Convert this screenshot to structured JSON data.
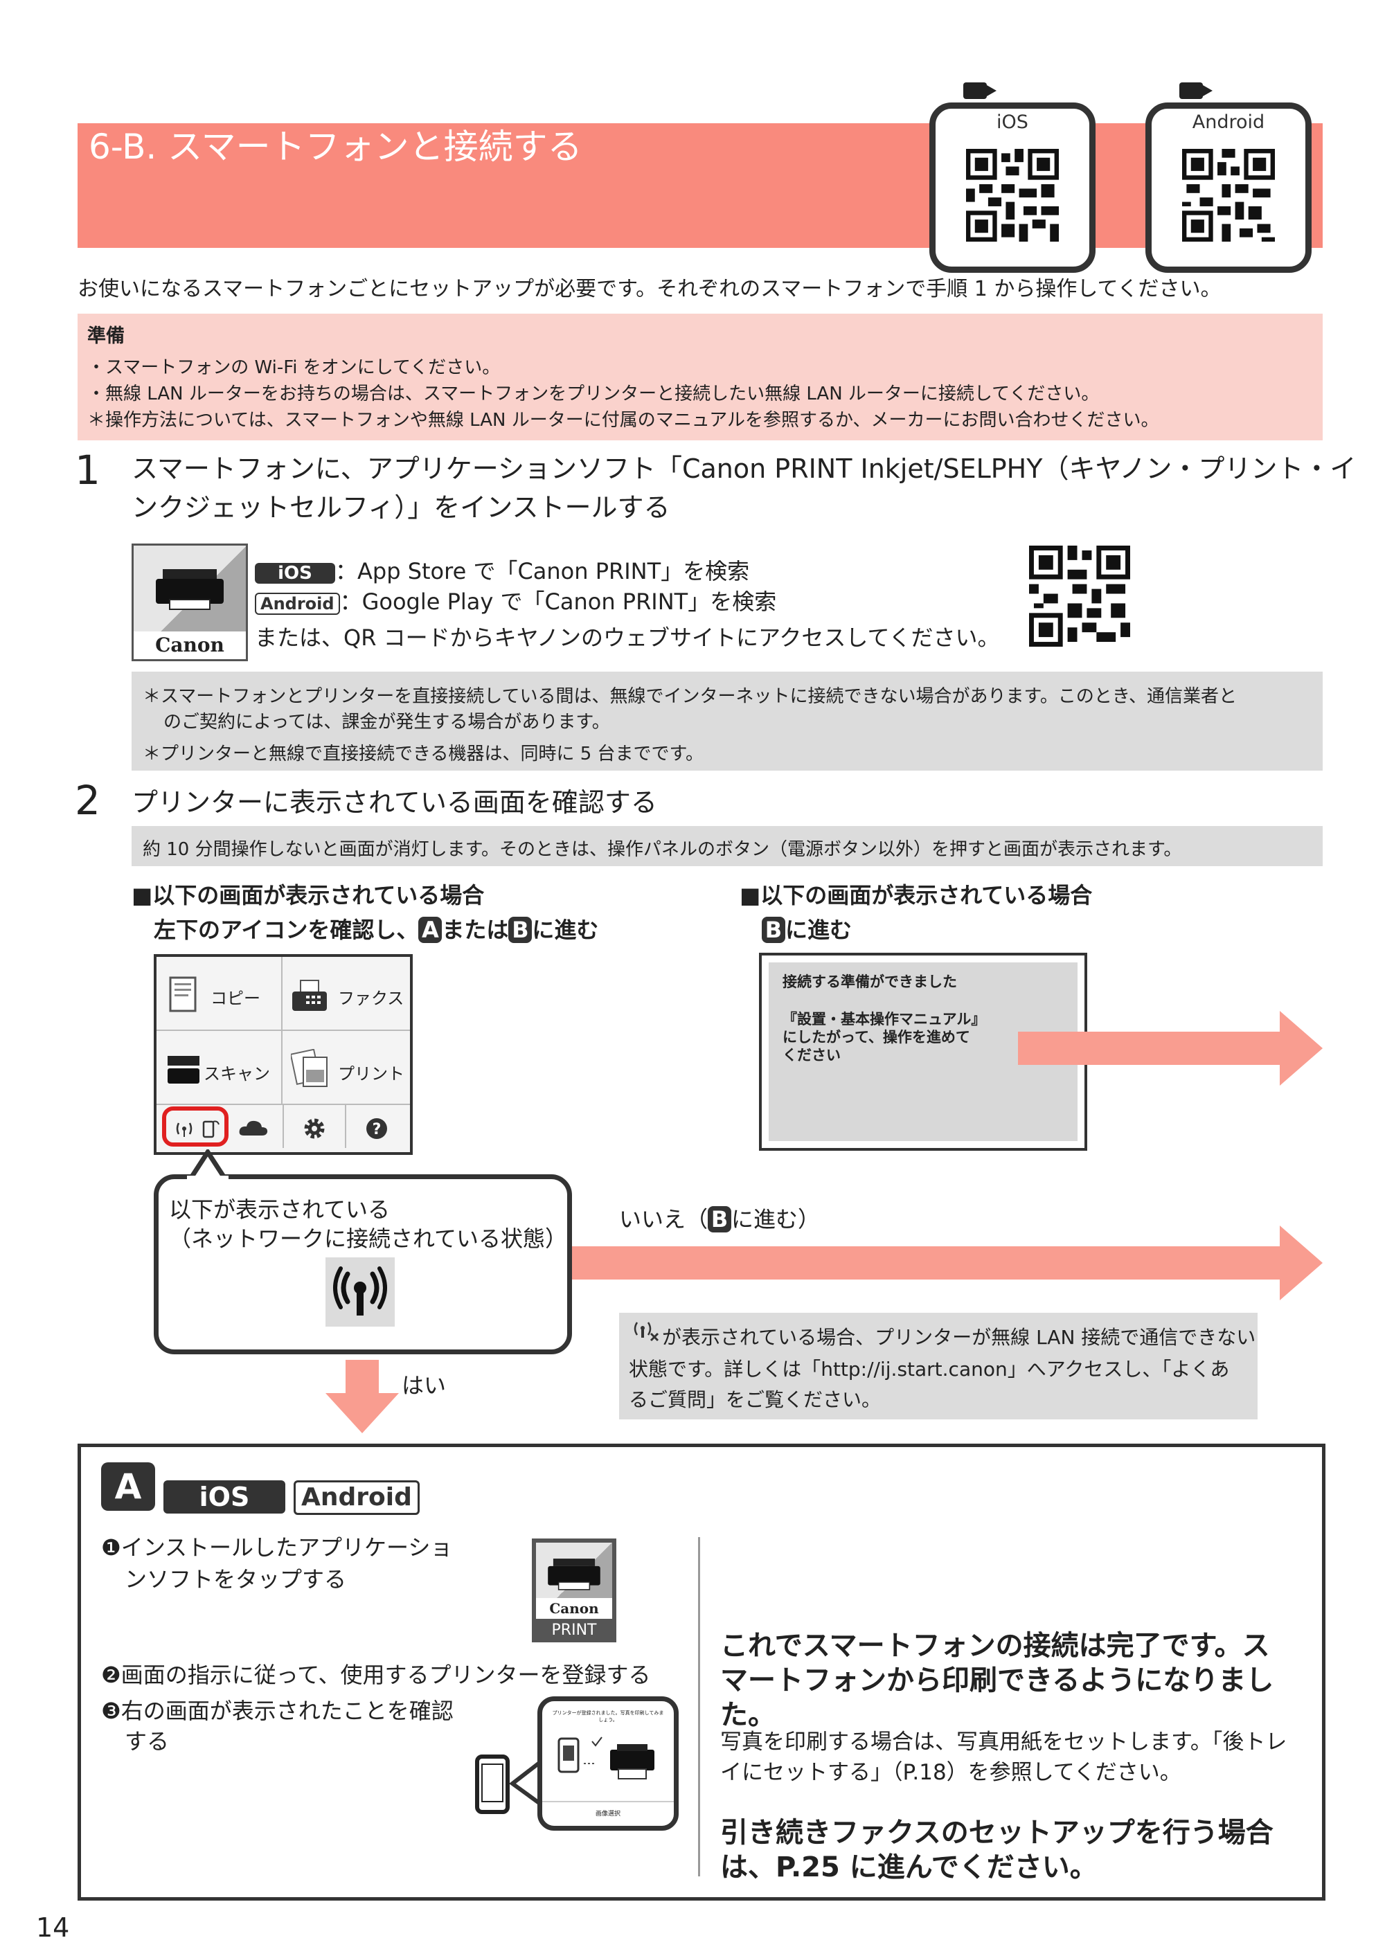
{
  "header": {
    "title": "6-B. スマートフォンと接続する",
    "qr_ios_label": "iOS",
    "qr_android_label": "Android"
  },
  "intro": "お使いになるスマートフォンごとにセットアップが必要です。それぞれのスマートフォンで手順 1 から操作してください。",
  "prep": {
    "title": "準備",
    "lines": [
      "・スマートフォンの Wi-Fi をオンにしてください。",
      "・無線 LAN ルーターをお持ちの場合は、スマートフォンをプリンターと接続したい無線 LAN ルーターに接続してください。",
      "＊操作方法については、スマートフォンや無線 LAN ルーターに付属のマニュアルを参照するか、メーカーにお問い合わせください。"
    ]
  },
  "step1": {
    "number": "1",
    "text_line1": "スマートフォンに、アプリケーションソフト「Canon PRINT Inkjet/SELPHY（キヤノン・プリント・イ",
    "text_line2": "ンクジェットセルフィ）」をインストールする",
    "app_logo": "Canon",
    "ios_badge": "iOS",
    "ios_text": "：App Store で「Canon PRINT」を検索",
    "android_badge": "Android",
    "android_text": "：Google Play で「Canon PRINT」を検索",
    "qr_text": "または、QR コードからキヤノンのウェブサイトにアクセスしてください。",
    "note1_line1": "＊スマートフォンとプリンターを直接接続している間は、無線でインターネットに接続できない場合があります。このとき、通信業者と",
    "note1_line2": "のご契約によっては、課金が発生する場合があります。",
    "note2": "＊プリンターと無線で直接接続できる機器は、同時に 5 台までです。"
  },
  "step2": {
    "number": "2",
    "text": "プリンターに表示されている画面を確認する",
    "note": "約 10 分間操作しないと画面が消灯します。そのときは、操作パネルのボタン（電源ボタン以外）を押すと画面が表示されます。",
    "left_head1": "■以下の画面が表示されている場合",
    "left_head2_pre": "左下のアイコンを確認し、",
    "left_head2_mid": "または",
    "left_head2_post": "に進む",
    "right_head1": "■以下の画面が表示されている場合",
    "right_head2_post": "に進む",
    "letter_a": "A",
    "letter_b": "B",
    "menu": {
      "copy": "コピー",
      "fax": "ファクス",
      "scan": "スキャン",
      "print": "プリント"
    },
    "screen2_title": "接続する準備ができました",
    "screen2_line1": "『設置・基本操作マニュアル』",
    "screen2_line2": "にしたがって、操作を進めて",
    "screen2_line3": "ください",
    "bubble_line1": "以下が表示されている",
    "bubble_line2": "（ネットワークに接続されている状態）",
    "no_pre": "いいえ（",
    "no_post": "に進む）",
    "yes": "はい",
    "warn_line1": "が表示されている場合、プリンターが無線 LAN 接続で通信できない",
    "warn_line2": "状態です。詳しくは「http://ij.start.canon」へアクセスし、「よくあ",
    "warn_line3": "るご質問」をご覧ください。"
  },
  "section_a": {
    "letter": "A",
    "ios_badge": "iOS",
    "android_badge": "Android",
    "item1_line1": "❶インストールしたアプリケーショ",
    "item1_line2": "ンソフトをタップする",
    "app_logo": "Canon",
    "app_label": "PRINT",
    "item2": "❷画面の指示に従って、使用するプリンターを登録する",
    "item3_line1": "❸右の画面が表示されたことを確認",
    "item3_line2": "する",
    "phone_screen_top": "プリンターが登録されました。写真を印刷してみましょう。",
    "phone_screen_bottom": "画像選択",
    "done_line1": "これでスマートフォンの接続は完了です。ス",
    "done_line2": "マートフォンから印刷できるようになりまし",
    "done_line3": "た。",
    "photo_line1": "写真を印刷する場合は、写真用紙をセットします。「後トレ",
    "photo_line2": "イにセットする」（P.18）を参照してください。",
    "fax_line1": "引き続きファクスのセットアップを行う場合",
    "fax_line2": "は、P.25 に進んでください。"
  },
  "page_number": "14"
}
